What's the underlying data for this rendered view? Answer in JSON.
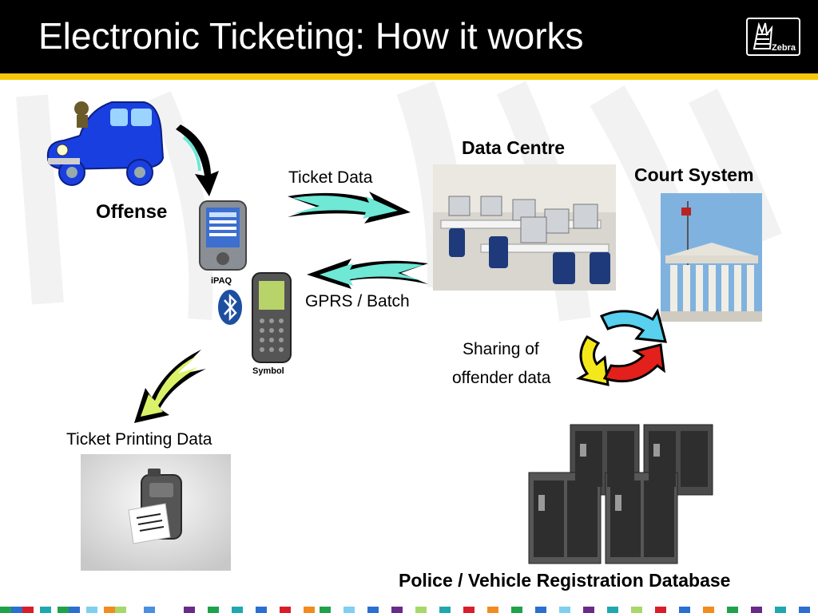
{
  "slide": {
    "title": "Electronic Ticketing: How it works",
    "logo_text": "Zebra"
  },
  "labels": {
    "offense": "Offense",
    "ipaq": "iPAQ",
    "symbol": "Symbol",
    "ticket_data": "Ticket Data",
    "gprs_batch": "GPRS / Batch",
    "data_centre": "Data Centre",
    "court_system": "Court System",
    "sharing_line1": "Sharing of",
    "sharing_line2": "offender data",
    "ticket_printing": "Ticket Printing Data",
    "database": "Police / Vehicle Registration Database"
  },
  "colors": {
    "header_bg": "#000000",
    "header_stripe": "#f7c80a",
    "car_blue": "#1a3fe0",
    "arrow_teal": "#6fe8d6",
    "arrow_lime": "#d9f26a",
    "cycle_cyan": "#58d0ee",
    "cycle_yellow": "#f4e81a",
    "cycle_red": "#e3201b"
  },
  "icons": [
    "zebra-logo",
    "car-icon",
    "bluetooth-icon",
    "pda-icon",
    "scanner-icon",
    "printer-icon",
    "computer-lab-photo",
    "courthouse-photo",
    "server-racks-photo",
    "recycle-arrows-icon"
  ]
}
